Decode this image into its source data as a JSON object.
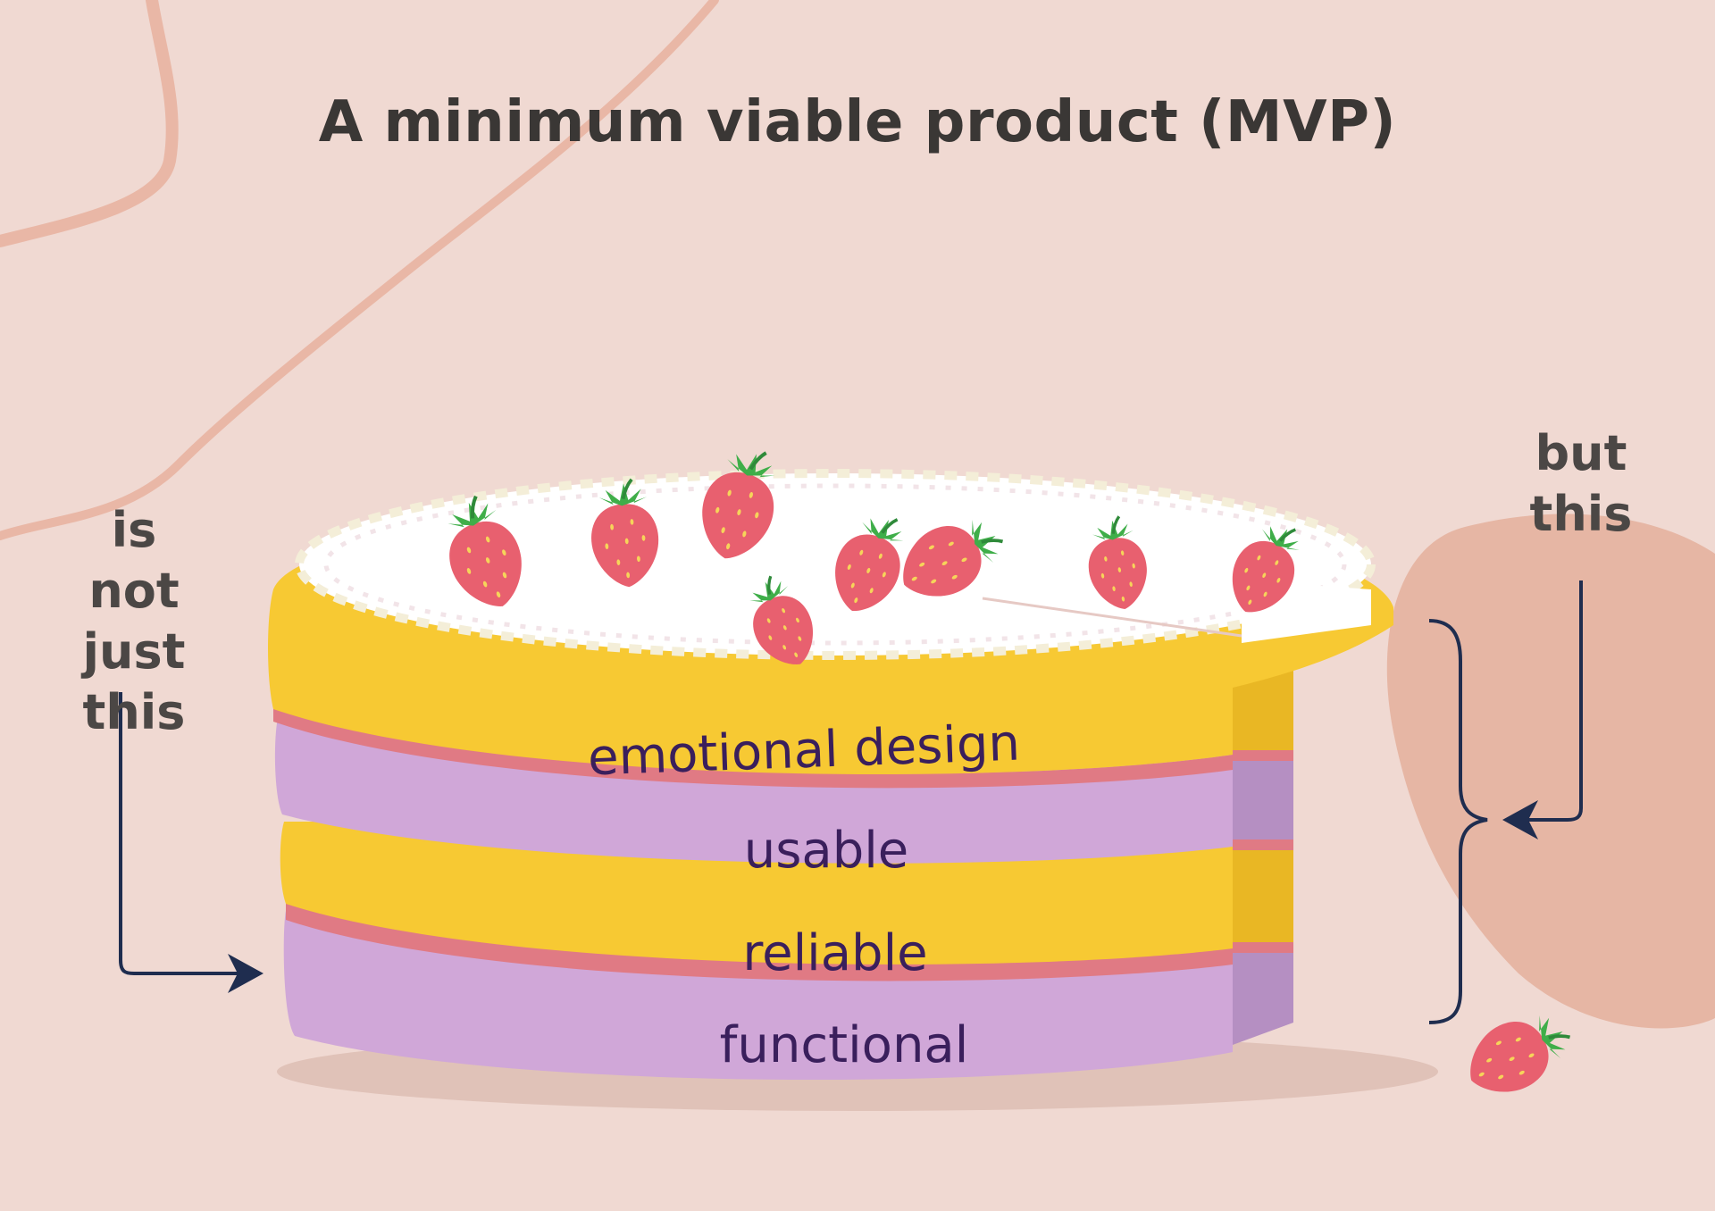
{
  "title": "A minimum viable product (MVP)",
  "left_label": {
    "lines": [
      "is not",
      "just",
      "this"
    ]
  },
  "right_label": {
    "lines": [
      "but",
      "this"
    ]
  },
  "layers": [
    {
      "id": "emotional",
      "label": "emotional design"
    },
    {
      "id": "usable",
      "label": "usable"
    },
    {
      "id": "reliable",
      "label": "reliable"
    },
    {
      "id": "functional",
      "label": "functional"
    }
  ],
  "icons": [
    "strawberry-icon",
    "arrow-right-icon",
    "arrow-left-icon",
    "curly-brace-icon"
  ],
  "colors": {
    "background": "#f0d9d2",
    "sponge_yellow": "#f7c933",
    "sponge_yellow_dark": "#e9b724",
    "layer_purple": "#d0a7d8",
    "layer_purple_dark": "#b58fc2",
    "jam_pink": "#e07a84",
    "strawberry": "#e8606f",
    "leaf": "#3fae49",
    "arrow_navy": "#1f2d4f",
    "text_dark": "#3a3735"
  }
}
